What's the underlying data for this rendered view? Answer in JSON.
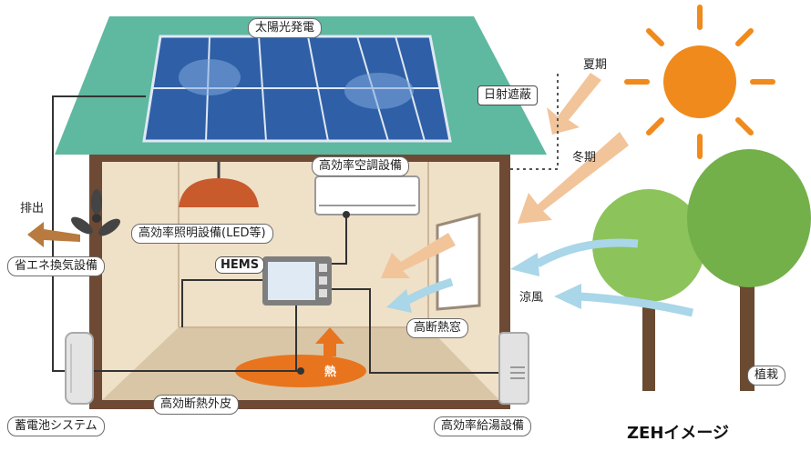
{
  "labels": {
    "solar": "太陽光発電",
    "shading": "日射遮蔽",
    "summer": "夏期",
    "winter": "冬期",
    "aircon": "高効率空調設備",
    "lighting": "高効率照明設備(LED等)",
    "exhaust": "排出",
    "ventilation": "省エネ換気設備",
    "hems": "HEMS",
    "breeze": "涼風",
    "window": "高断熱窓",
    "heat": "熱",
    "insulation": "高効断熱外皮",
    "battery": "蓄電池システム",
    "water_heater": "高効率給湯設備",
    "planting": "植栽",
    "title": "ZEHイメージ"
  },
  "colors": {
    "roof": "#5fb8a0",
    "wall": "#6e4a34",
    "interior": "#efe0c8",
    "floor": "#d9c6a6",
    "solar_panel": "#2f5fa6",
    "sun": "#f08a1c",
    "heat": "#e8741e",
    "summer_arrow": "#f2c49a",
    "breeze_arrow": "#a9d6e8",
    "tree": "#74b04a",
    "trunk": "#6a4a30"
  }
}
